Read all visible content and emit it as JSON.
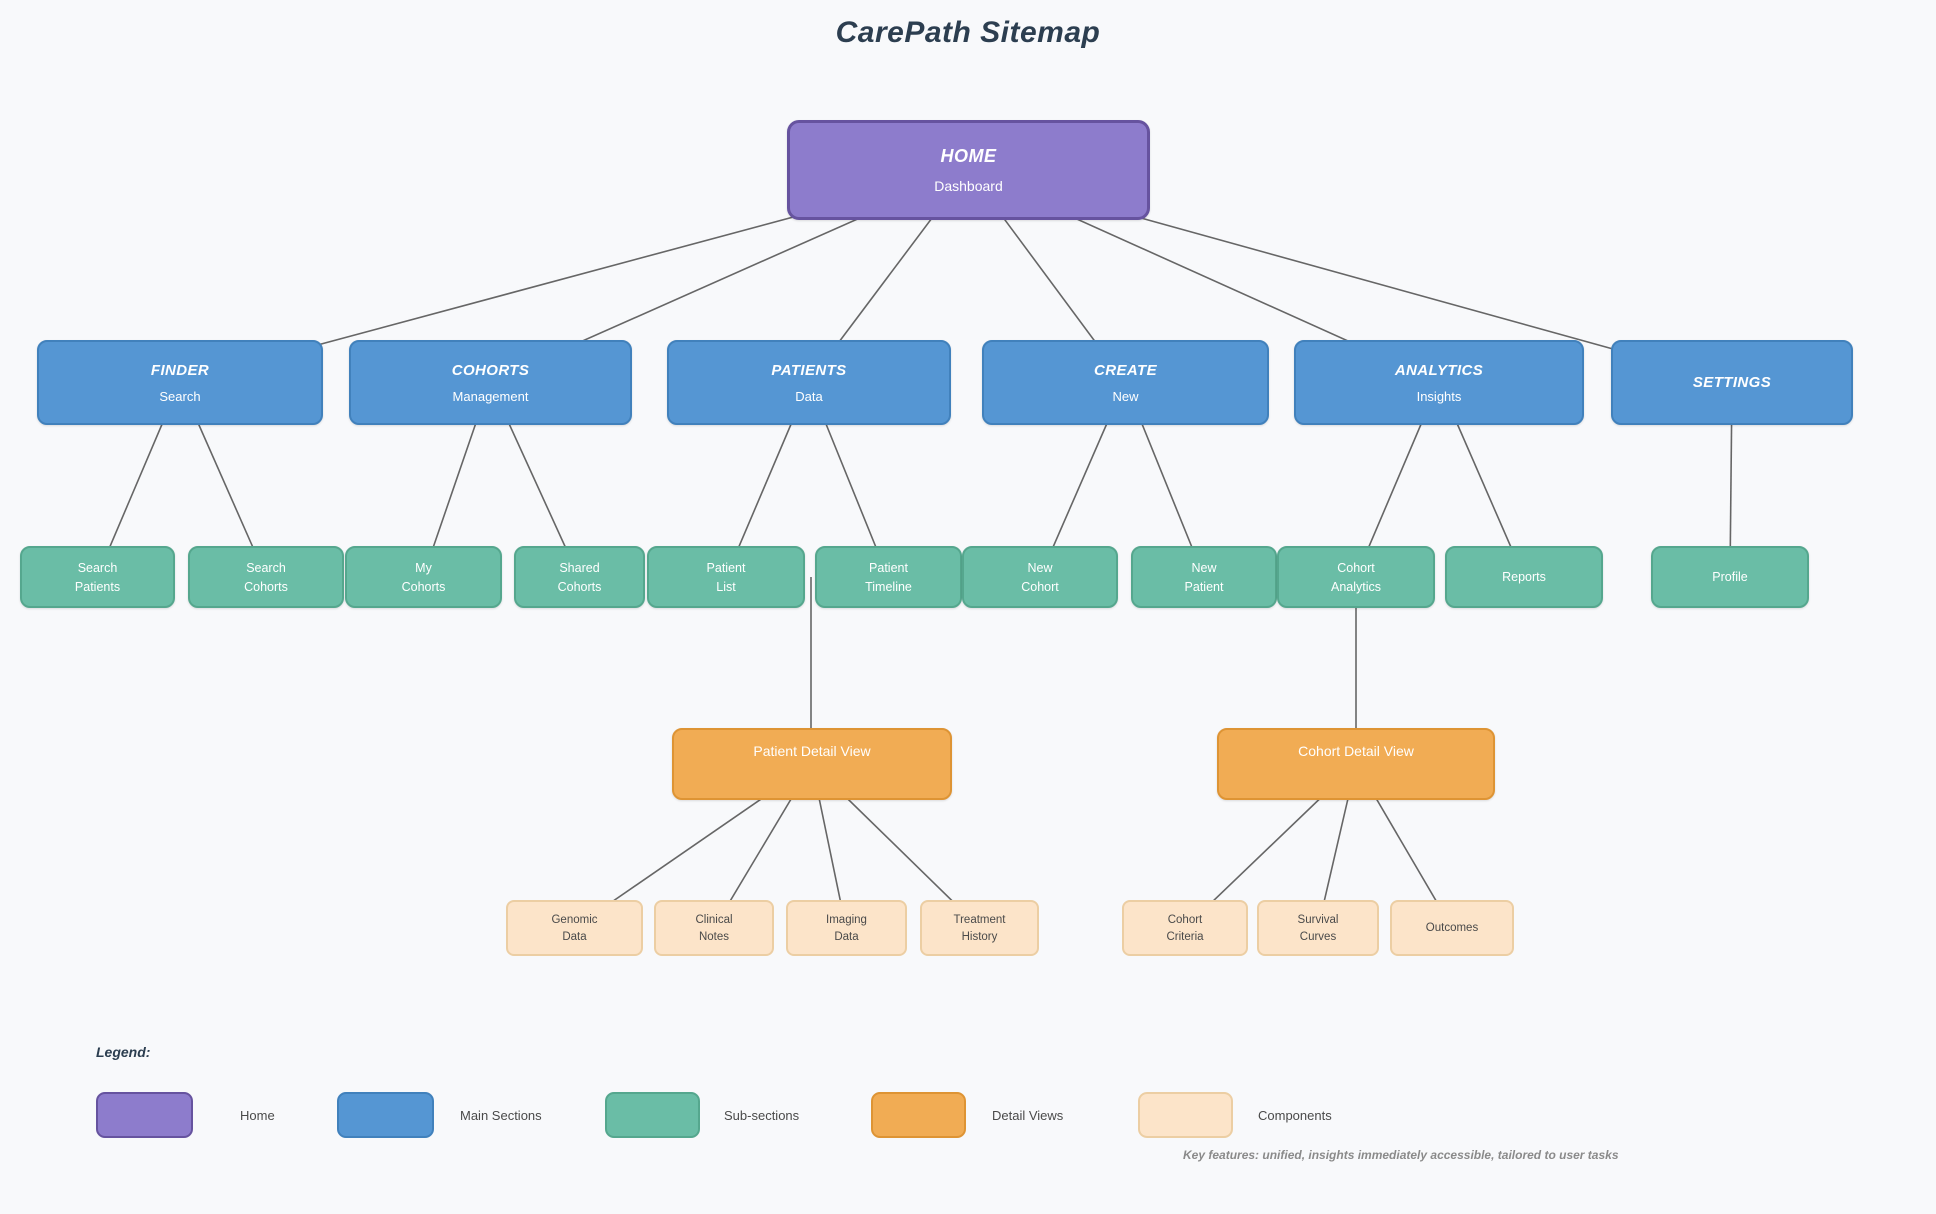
{
  "title": "CarePath Sitemap",
  "nodes": {
    "home": {
      "label": "HOME",
      "sublabel": "Dashboard"
    },
    "sections": [
      {
        "label": "FINDER",
        "sublabel": "Search"
      },
      {
        "label": "COHORTS",
        "sublabel": "Management"
      },
      {
        "label": "PATIENTS",
        "sublabel": "Data"
      },
      {
        "label": "CREATE",
        "sublabel": "New"
      },
      {
        "label": "ANALYTICS",
        "sublabel": "Insights"
      },
      {
        "label": "SETTINGS",
        "sublabel": ""
      }
    ],
    "subsections": [
      {
        "lines": [
          "Search",
          "Patients"
        ]
      },
      {
        "lines": [
          "Search",
          "Cohorts"
        ]
      },
      {
        "lines": [
          "My",
          "Cohorts"
        ]
      },
      {
        "lines": [
          "Shared",
          "Cohorts"
        ]
      },
      {
        "lines": [
          "Patient",
          "List"
        ]
      },
      {
        "lines": [
          "Patient",
          "Timeline"
        ]
      },
      {
        "lines": [
          "New",
          "Cohort"
        ]
      },
      {
        "lines": [
          "New",
          "Patient"
        ]
      },
      {
        "lines": [
          "Cohort",
          "Analytics"
        ]
      },
      {
        "lines": [
          "Reports"
        ]
      },
      {
        "lines": [
          "Profile"
        ]
      }
    ],
    "detail_views": [
      {
        "label": "Patient Detail View"
      },
      {
        "label": "Cohort Detail View"
      }
    ],
    "components": [
      {
        "lines": [
          "Genomic",
          "Data"
        ]
      },
      {
        "lines": [
          "Clinical",
          "Notes"
        ]
      },
      {
        "lines": [
          "Imaging",
          "Data"
        ]
      },
      {
        "lines": [
          "Treatment",
          "History"
        ]
      },
      {
        "lines": [
          "Cohort",
          "Criteria"
        ]
      },
      {
        "lines": [
          "Survival",
          "Curves"
        ]
      },
      {
        "lines": [
          "Outcomes"
        ]
      }
    ]
  },
  "legend": {
    "title": "Legend:",
    "items": [
      {
        "label": "Home",
        "color": "#8d7ccc"
      },
      {
        "label": "Main Sections",
        "color": "#5596d3"
      },
      {
        "label": "Sub-sections",
        "color": "#6abda6"
      },
      {
        "label": "Detail Views",
        "color": "#f1ac54"
      },
      {
        "label": "Components",
        "color": "#fce4c9"
      }
    ]
  },
  "footer_note": "Key features: unified, insights immediately accessible, tailored to user tasks",
  "colors": {
    "background": "#f8f9fb",
    "title_text": "#2c3e50",
    "home_fill": "#8d7ccc",
    "home_border": "#66539f",
    "section_fill": "#5596d3",
    "section_border": "#4181bc",
    "subsection_fill": "#6abda6",
    "subsection_border": "#55a78e",
    "detail_fill": "#f1ac54",
    "detail_border": "#de9434",
    "component_fill": "#fce4c9",
    "component_border": "#eccea3",
    "connector": "#666666"
  }
}
